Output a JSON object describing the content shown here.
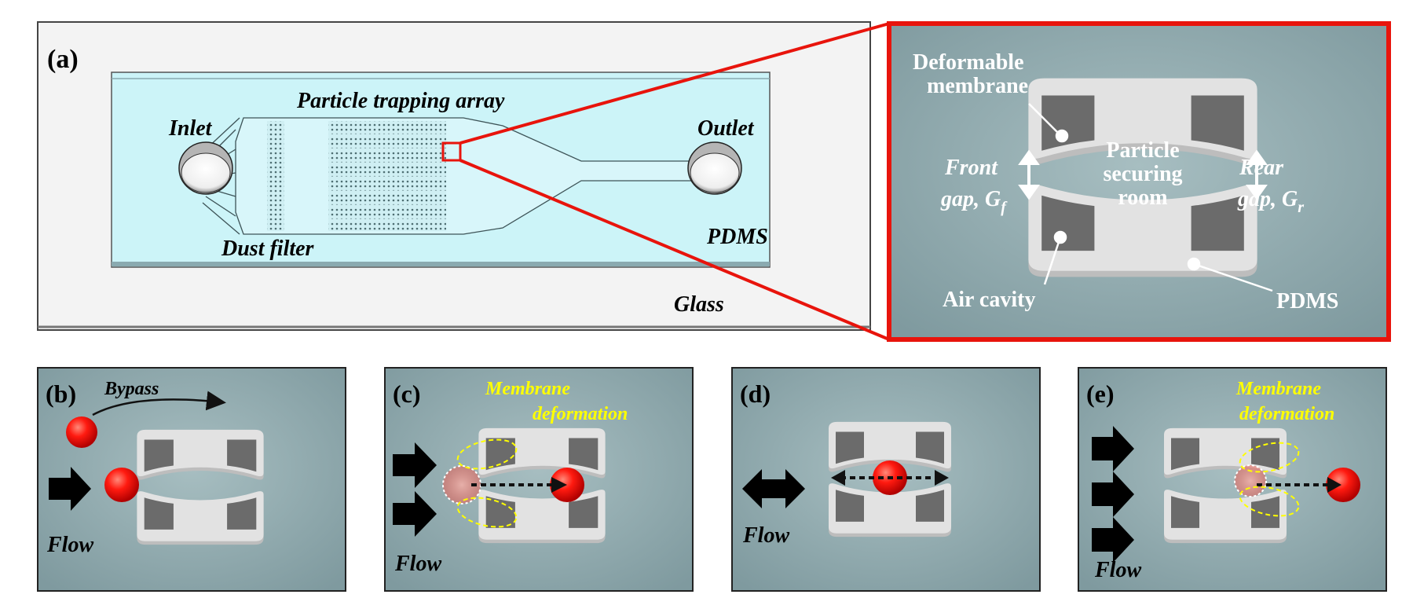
{
  "panel_a": {
    "tag": "(a)",
    "inlet": "Inlet",
    "outlet": "Outlet",
    "array_label": "Particle trapping array",
    "dust_filter": "Dust filter",
    "pdms": "PDMS",
    "glass": "Glass"
  },
  "zoom": {
    "membrane_line1": "Deformable",
    "membrane_line2": "membrane",
    "room_line1": "Particle",
    "room_line2": "securing",
    "room_line3": "room",
    "front_line1": "Front",
    "front_line2": "gap, G",
    "front_sub": "f",
    "rear_line1": "Rear",
    "rear_line2": "gap, G",
    "rear_sub": "r",
    "air_cavity": "Air cavity",
    "pdms": "PDMS"
  },
  "panel_b": {
    "tag": "(b)",
    "bypass": "Bypass",
    "flow": "Flow"
  },
  "panel_c": {
    "tag": "(c)",
    "membrane_line1": "Membrane",
    "membrane_line2": "deformation",
    "flow": "Flow"
  },
  "panel_d": {
    "tag": "(d)",
    "flow": "Flow"
  },
  "panel_e": {
    "tag": "(e)",
    "membrane_line1": "Membrane",
    "membrane_line2": "deformation",
    "flow": "Flow"
  },
  "colors": {
    "channel": "#ccf4f8",
    "device_bg": "#f3f3f3",
    "surface": "#8ea9ad",
    "highlight": "#e8140c",
    "annotation_yellow": "#ffff00",
    "particle": "#ff1a10"
  }
}
